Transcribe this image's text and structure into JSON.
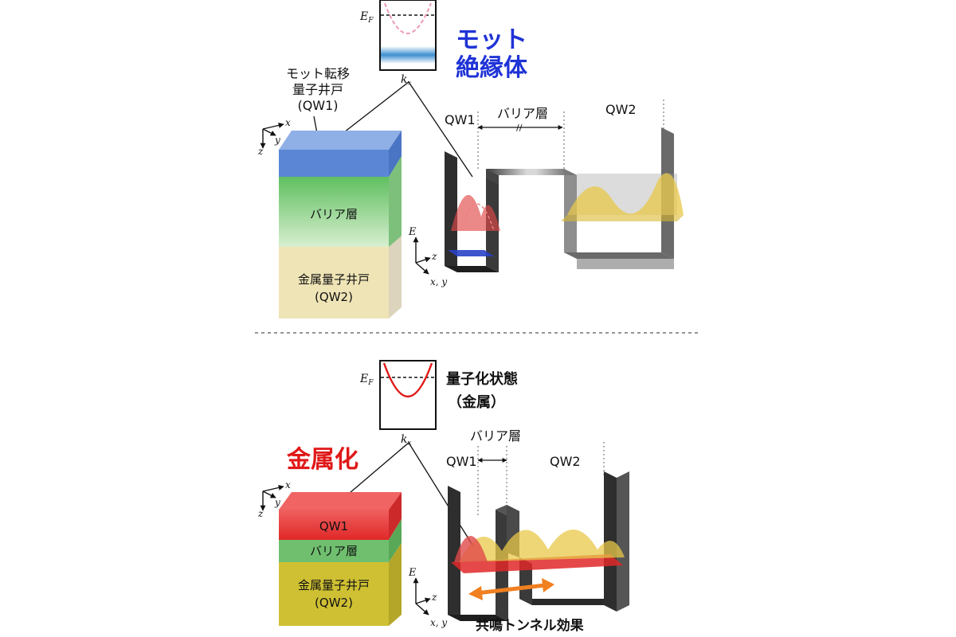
{
  "colors": {
    "mott_text": "#1f33d6",
    "metal_text": "#e01818",
    "qw1_insulator": "#5b86d6",
    "barrier": "#8ccf8c",
    "metal_qw": "#e8dca0",
    "metal_qw_dark": "#cfc033",
    "qw1_metal": "#ea3a3a",
    "wall": "#3a3a3a",
    "wave_yellow": "#e8c84a",
    "wave_red": "#e24040",
    "arrow_orange": "#f08020"
  },
  "top": {
    "inset": {
      "ef": "E",
      "ef_sub": "F",
      "kx": "k",
      "kx_sub": "x"
    },
    "state_title_line1": "モット",
    "state_title_line2": "絶縁体",
    "callout_line1": "モット転移",
    "callout_line2": "量子井戸",
    "callout_line3": "(QW1)",
    "block": {
      "barrier_label": "バリア層",
      "metal_line1": "金属量子井戸",
      "metal_line2": "(QW2)"
    },
    "axes_block": {
      "x": "x",
      "y": "y",
      "z": "z"
    },
    "well": {
      "qw1": "QW1",
      "barrier": "バリア層",
      "qw2": "QW2",
      "break_mark": "//"
    },
    "axes_well": {
      "e": "E",
      "z": "z",
      "xy": "x, y"
    }
  },
  "bottom": {
    "inset": {
      "ef": "E",
      "ef_sub": "F",
      "kx": "k",
      "kx_sub": "x"
    },
    "state_line1": "量子化状態",
    "state_line2": "（金属）",
    "metallization": "金属化",
    "block": {
      "qw1": "QW1",
      "barrier": "バリア層",
      "metal_line1": "金属量子井戸",
      "metal_line2": "(QW2)"
    },
    "axes_block": {
      "x": "x",
      "y": "y",
      "z": "z"
    },
    "well": {
      "qw1": "QW1",
      "barrier": "バリア層",
      "qw2": "QW2"
    },
    "axes_well": {
      "e": "E",
      "z": "z",
      "xy": "x, y"
    },
    "tunnel": "共鳴トンネル効果"
  }
}
